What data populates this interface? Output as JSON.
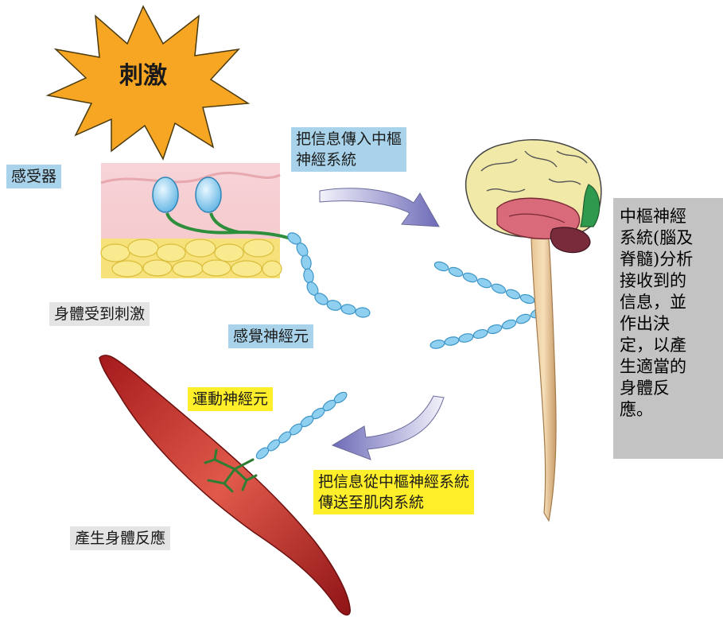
{
  "stimulus": {
    "label": "刺激"
  },
  "receptor": {
    "label": "感受器"
  },
  "body_stimulated": {
    "label": "身體受到刺激"
  },
  "sensory_neuron": {
    "label": "感覺神經元"
  },
  "to_cns": {
    "label": "把信息傳入中樞\n神經系統"
  },
  "cns_note": {
    "text": "中樞神經\n系統(腦及\n脊髓)分析\n接收到的\n信息，並\n作出決\n定，以產\n生適當的\n身體反\n應。"
  },
  "motor_neuron": {
    "label": "運動神經元"
  },
  "to_muscle": {
    "label": "把信息從中樞神經系統\n傳送至肌肉系統"
  },
  "response": {
    "label": "產生身體反應"
  },
  "colors": {
    "label_blue": "#a9d3ea",
    "label_grey": "#e4e4e4",
    "label_yellow": "#ffef2a",
    "star": "#f6a623",
    "muscle": "#c8322d",
    "neuron": "#8fd0f0",
    "panel": "#c3c3c3"
  }
}
